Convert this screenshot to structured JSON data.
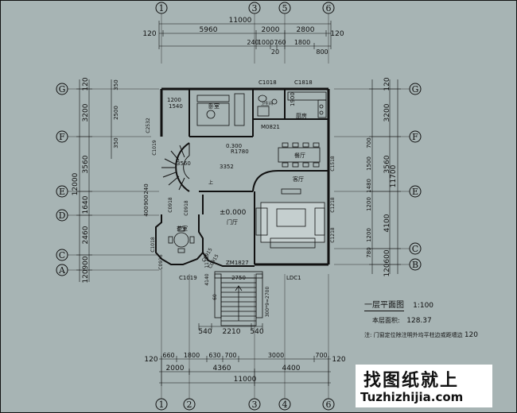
{
  "axes": {
    "top": [
      "1",
      "3",
      "5",
      "6"
    ],
    "bottom": [
      "1",
      "2",
      "3",
      "4",
      "6"
    ],
    "left": [
      "G",
      "F",
      "E",
      "D",
      "C",
      "A"
    ],
    "right": [
      "G",
      "F",
      "E",
      "C",
      "B"
    ]
  },
  "dims": {
    "top_total": "11000",
    "top_row1": [
      "120",
      "5960",
      "2000",
      "2800",
      "120"
    ],
    "top_row2": [
      "240",
      "1000",
      "760",
      "1800"
    ],
    "top_row2_extra": [
      "20",
      "800"
    ],
    "left_outer": "12000",
    "left_inner": [
      "120",
      "3200",
      "3560",
      "1640",
      "2460",
      "900",
      "120"
    ],
    "left_small": [
      "350",
      "2500",
      "350",
      "240",
      "900",
      "400"
    ],
    "right_outer": "11700",
    "right_inner": [
      "120",
      "3200",
      "3560",
      "4100",
      "600",
      "120"
    ],
    "right_small": [
      "700",
      "1500",
      "1480",
      "1200",
      "1200",
      "780"
    ],
    "bottom_row1": [
      "540",
      "2210",
      "540"
    ],
    "bottom_row2": [
      "660",
      "1800",
      "630",
      "700",
      "3000",
      "700"
    ],
    "bottom_row3": [
      "2000",
      "4360",
      "4400"
    ],
    "bottom_total": "11000",
    "bottom_side": "120",
    "stair_dims": [
      "2750",
      "300*9=2700"
    ],
    "inner": [
      "1200",
      "1540",
      "0.300",
      "R1780",
      "3560",
      "3352",
      "1900"
    ],
    "level": "±0.000",
    "side_vert": [
      "4140",
      "1175",
      "60"
    ]
  },
  "labels": {
    "windows": [
      "C1018",
      "C1818",
      "C2532",
      "C0918",
      "C1518",
      "C1218",
      "C1218",
      "C1018",
      "C1019",
      "C0916",
      "C1019",
      "C0918",
      "C0915",
      "C0915"
    ],
    "door_m0821": "M0821",
    "door_zm": "ZM1827",
    "ldc": "LDC1",
    "bedroom": "卧室",
    "bath": "卫生间",
    "kitchen": "厨房",
    "dining": "餐厅",
    "living": "客厅",
    "tea": "茶室",
    "lobby": "门厅",
    "dn": "上"
  },
  "title": {
    "name": "一层平面图",
    "scale": "1:100",
    "area_label": "本层面积:",
    "area_value": "128.37",
    "note": "注: 门窗定位除注明外均平柱边或距墙边",
    "note_value": "120"
  },
  "watermark": {
    "cn": "找图纸就上",
    "en": "Tuzhizhijia.com"
  }
}
